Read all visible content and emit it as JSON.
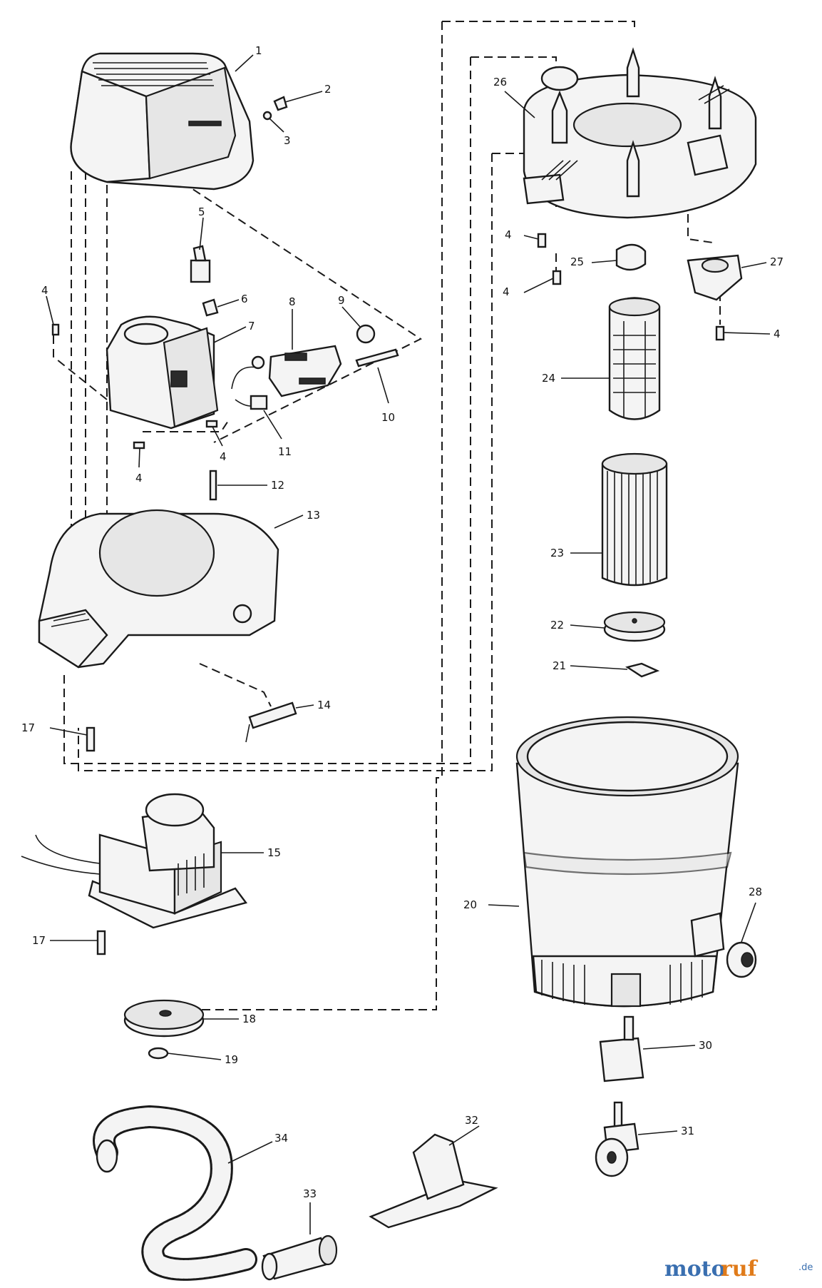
{
  "parts": {
    "p1": "1",
    "p2": "2",
    "p3": "3",
    "p4": "4",
    "p5": "5",
    "p6": "6",
    "p7": "7",
    "p8": "8",
    "p9": "9",
    "p10": "10",
    "p11": "11",
    "p12": "12",
    "p13": "13",
    "p14": "14",
    "p15": "15",
    "p17": "17",
    "p18": "18",
    "p19": "19",
    "p20": "20",
    "p21": "21",
    "p22": "22",
    "p23": "23",
    "p24": "24",
    "p25": "25",
    "p26": "26",
    "p27": "27",
    "p28": "28",
    "p30": "30",
    "p31": "31",
    "p32": "32",
    "p33": "33",
    "p34": "34"
  },
  "watermark": {
    "brand_a": "moto",
    "brand_b": "ruf",
    "suffix": ".de"
  }
}
